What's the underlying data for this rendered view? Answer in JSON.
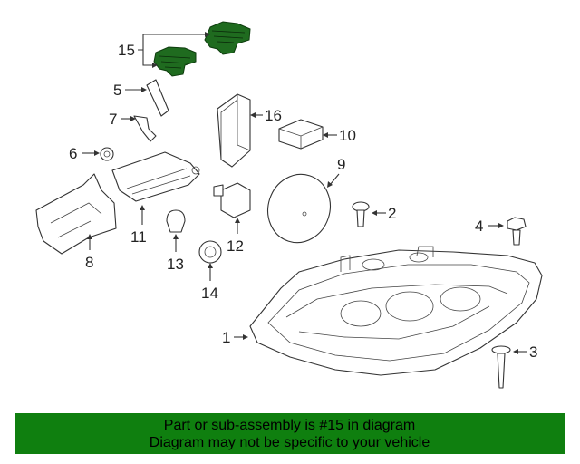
{
  "callouts": {
    "c1": "1",
    "c2": "2",
    "c3": "3",
    "c4": "4",
    "c5": "5",
    "c6": "6",
    "c7": "7",
    "c8": "8",
    "c9": "9",
    "c10": "10",
    "c11": "11",
    "c12": "12",
    "c13": "13",
    "c14": "14",
    "c15": "15",
    "c16": "16"
  },
  "banner": {
    "line1": "Part or sub-assembly is #15 in diagram",
    "line2": "Diagram may not be specific to your vehicle"
  },
  "colors": {
    "highlight": "#1f6b1f",
    "banner": "#0f7f0f"
  }
}
